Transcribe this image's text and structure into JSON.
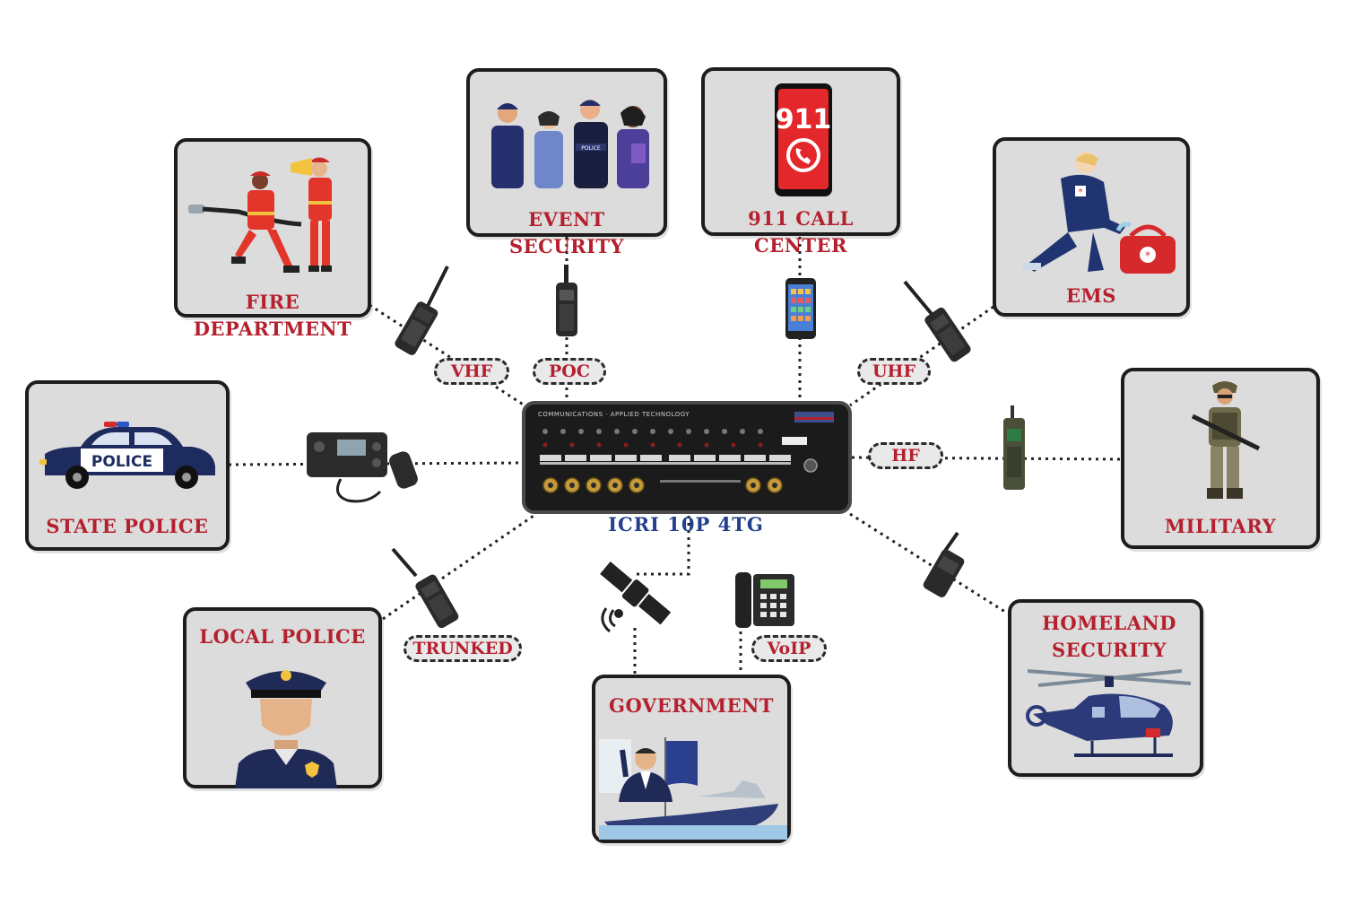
{
  "hub": {
    "name": "ICRI 10P 4TG",
    "brand": "COMMUNICATIONS · APPLIED TECHNOLOGY"
  },
  "agencies": {
    "fire_department": "FIRE DEPARTMENT",
    "event_security": "EVENT SECURITY",
    "call_center": "911 CALL CENTER",
    "ems": "EMS",
    "state_police": "STATE POLICE",
    "military": "MILITARY",
    "local_police": "LOCAL POLICE",
    "government": "GOVERNMENT",
    "homeland_security": "HOMELAND SECURITY"
  },
  "links": {
    "vhf": "VHF",
    "poc": "POC",
    "uhf": "UHF",
    "hf": "HF",
    "trunked": "TRUNKED",
    "voip": "VoIP"
  },
  "artwork_text": {
    "police_car": "POLICE",
    "vest": "POLICE",
    "phone_number": "911"
  },
  "colors": {
    "label_red": "#b5202e",
    "hub_title_blue": "#23408c",
    "card_fill": "#dcdcdc"
  }
}
